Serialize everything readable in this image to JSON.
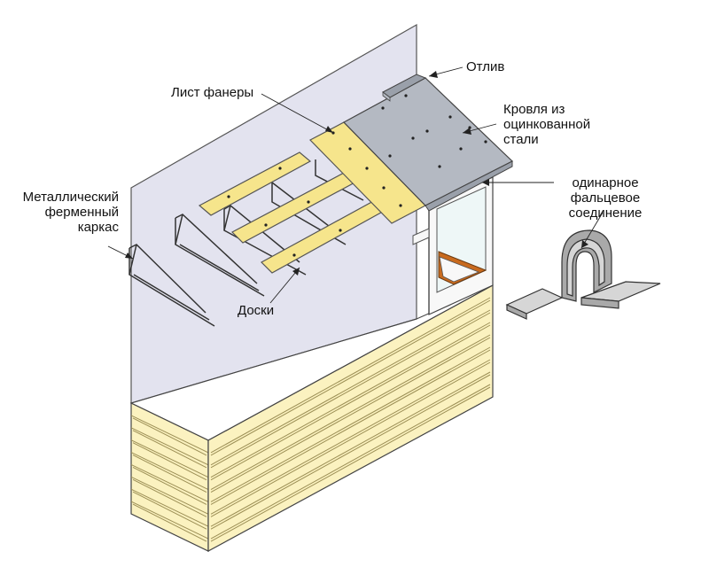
{
  "labels": {
    "otliv": "Отлив",
    "list_fanery": "Лист фанеры",
    "krovlya_1": "Кровля из",
    "krovlya_2": "оцинкованной",
    "krovlya_3": "стали",
    "fals_1": "одинарное",
    "fals_2": "фальцевое",
    "fals_3": "соединение",
    "karkas_1": "Металлический",
    "karkas_2": "ферменный",
    "karkas_3": "каркас",
    "doski": "Доски"
  },
  "colors": {
    "wall": "#e3e3ef",
    "wood": "#fbf2c0",
    "wood_dark": "#e8dc9a",
    "plywood": "#f6e58c",
    "steel": "#b4b9c2",
    "steel_dark": "#9aa0aa",
    "glass": "#eef7f7",
    "frame": "#f8f8f8",
    "sill": "#c86a1e",
    "seam": "#a9a9a9",
    "seam_light": "#d6d6d6",
    "stroke": "#333333"
  }
}
